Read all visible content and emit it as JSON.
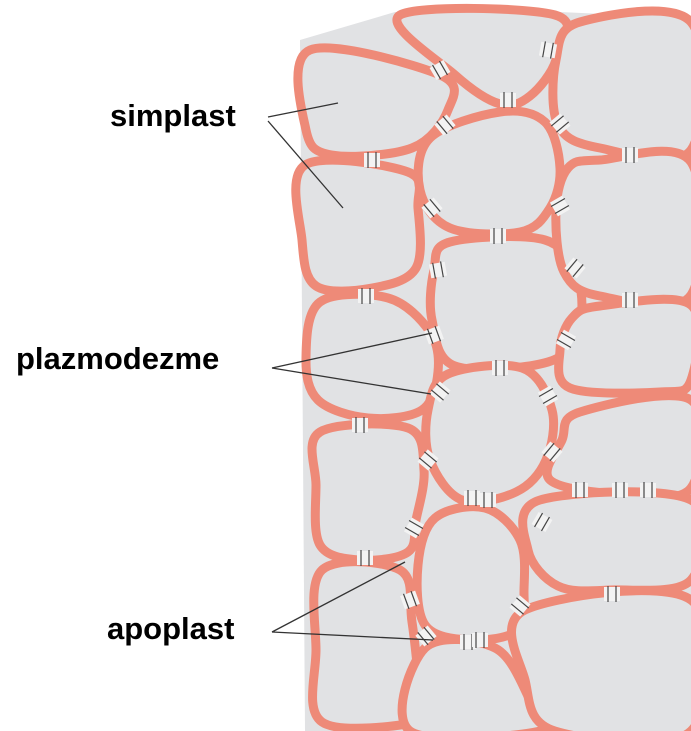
{
  "colors": {
    "cell_fill": "#e1e2e4",
    "cell_wall": "#ee8a78",
    "plasmodesma_gap": "#f3f3f3",
    "leader_line": "#333333",
    "label_text": "#000000"
  },
  "labels": {
    "simplast": "simplast",
    "plazmodezme": "plazmodezme",
    "apoplast": "apoplast"
  }
}
